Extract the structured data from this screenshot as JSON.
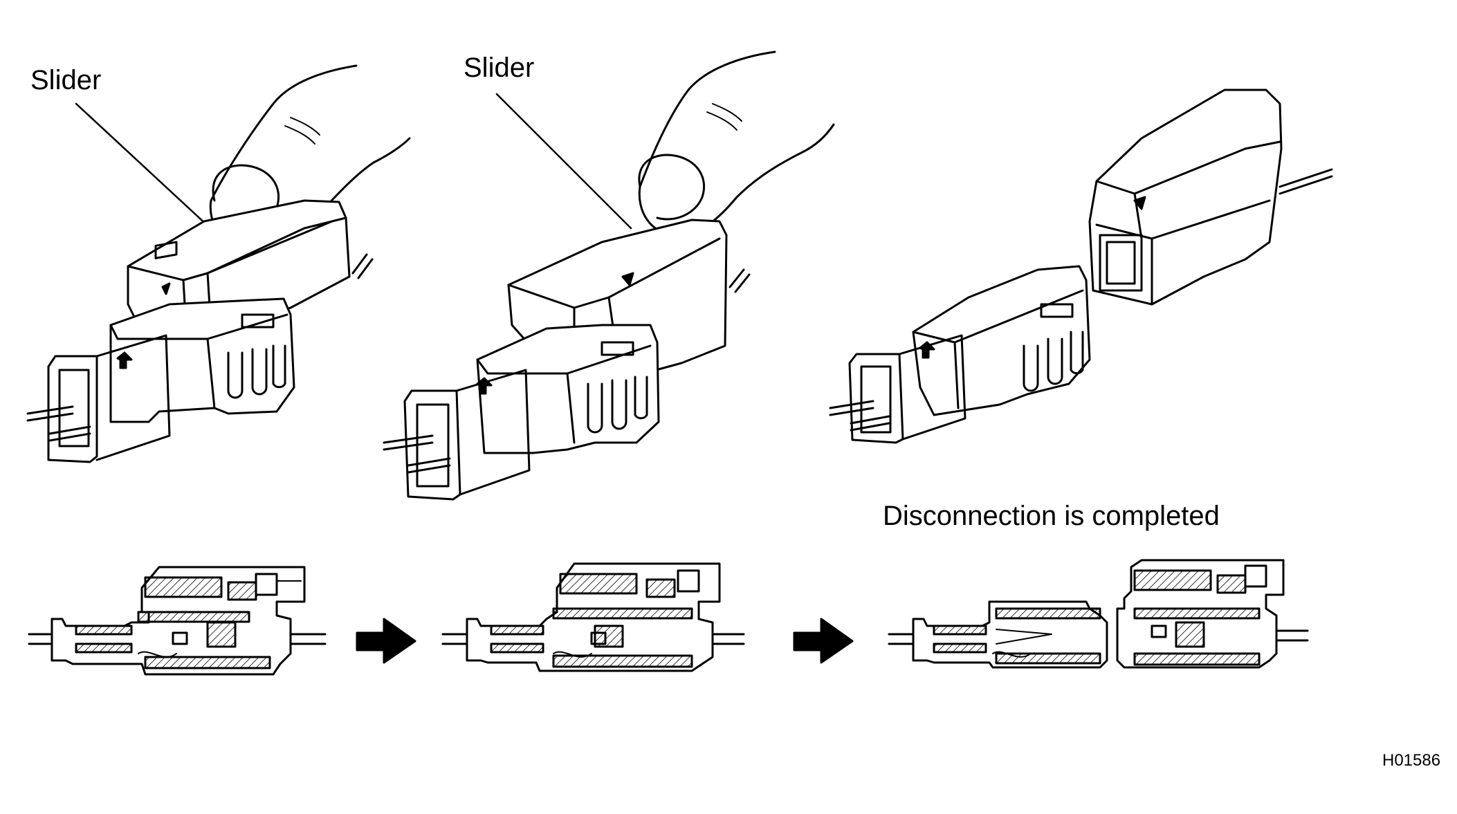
{
  "labels": {
    "slider_1": "Slider",
    "slider_2": "Slider",
    "disconnection_completed": "Disconnection is completed",
    "figure_code": "H01586"
  },
  "icons": {
    "step_arrow_1": "right-arrow-icon",
    "step_arrow_2": "right-arrow-icon"
  },
  "colors": {
    "line": "#000000",
    "background": "#ffffff"
  }
}
